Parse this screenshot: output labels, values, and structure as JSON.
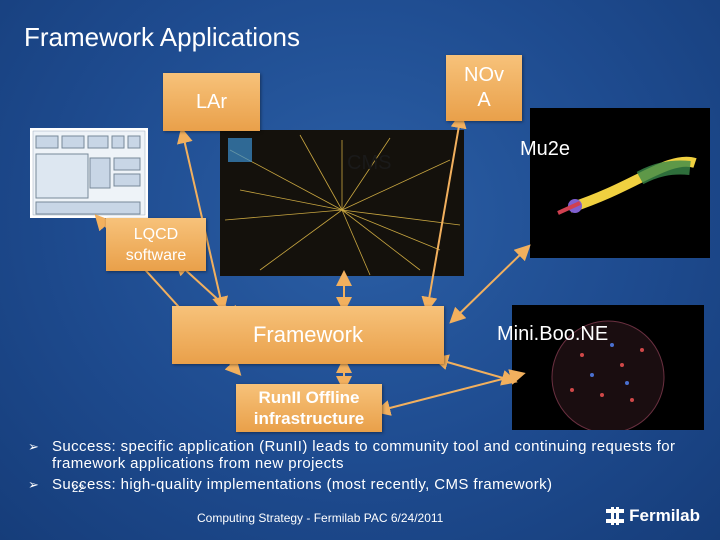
{
  "title": "Framework Applications",
  "boxes": {
    "lar": "LAr",
    "nova": "NOv\nA",
    "lqcd": "LQCD\nsoftware",
    "framework": "Framework",
    "runii": "RunII Offline\ninfrastructure"
  },
  "labels": {
    "cms": "CMS",
    "mu2e": "Mu2e",
    "miniboone": "Mini.Boo.NE"
  },
  "bullets": [
    "Success: specific application (RunII) leads to community tool and continuing requests for framework applications from new projects",
    "Success: high-quality implementations (most recently, CMS framework)"
  ],
  "footer": {
    "page": "22",
    "caption": "Computing Strategy - Fermilab PAC 6/24/2011",
    "logo": "Fermilab"
  },
  "colors": {
    "box_fill": "#f2b05e",
    "arrow": "#f2b05e",
    "background": "#1e4b8f"
  }
}
